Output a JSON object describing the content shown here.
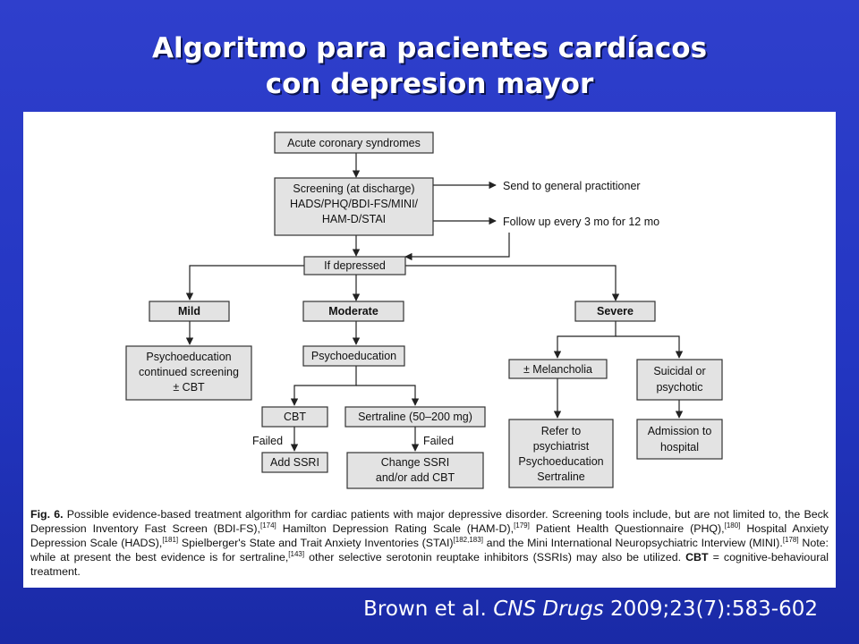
{
  "slide": {
    "title_line1": "Algoritmo para pacientes cardíacos",
    "title_line2": "con depresion mayor"
  },
  "diagram": {
    "nodes": {
      "acs": "Acute coronary syndromes",
      "screening_l1": "Screening (at discharge)",
      "screening_l2": "HADS/PHQ/BDI-FS/MINI/",
      "screening_l3": "HAM-D/STAI",
      "send_gp": "Send to general practitioner",
      "follow_up": "Follow up every 3 mo for 12 mo",
      "if_depressed": "If depressed",
      "mild": "Mild",
      "moderate": "Moderate",
      "severe": "Severe",
      "mild_pe_l1": "Psychoeducation",
      "mild_pe_l2": "continued screening",
      "mild_pe_l3": "± CBT",
      "mod_pe": "Psychoeducation",
      "cbt": "CBT",
      "sertraline": "Sertraline (50–200 mg)",
      "failed_left": "Failed",
      "failed_right": "Failed",
      "add_ssri": "Add SSRI",
      "change_ssri_l1": "Change SSRI",
      "change_ssri_l2": "and/or add CBT",
      "melancholia": "± Melancholia",
      "suicidal_l1": "Suicidal or",
      "suicidal_l2": "psychotic",
      "refer_l1": "Refer to",
      "refer_l2": "psychiatrist",
      "refer_l3": "Psychoeducation",
      "refer_l4": "Sertraline",
      "admission_l1": "Admission to",
      "admission_l2": "hospital"
    }
  },
  "caption": {
    "label": "Fig. 6.",
    "p1": " Possible evidence-based treatment algorithm for cardiac patients with major depressive disorder. Screening tools include, but are not limited to, the Beck Depression Inventory Fast Screen (BDI-FS),",
    "r1": "[174]",
    "p2": " Hamilton Depression Rating Scale (HAM-D),",
    "r2": "[179]",
    "p3": " Patient Health Questionnaire (PHQ),",
    "r3": "[180]",
    "p4": " Hospital Anxiety Depression Scale (HADS),",
    "r4": "[181]",
    "p5": " Spielberger's State and Trait Anxiety Inventories (STAI)",
    "r5": "[182,183]",
    "p6": " and the Mini International Neuropsychiatric Interview (MINI).",
    "r6": "[178]",
    "p7": " Note: while at present the best evidence is for sertraline,",
    "r7": "[143]",
    "p8": " other selective serotonin reuptake inhibitors (SSRIs) may also be utilized. ",
    "cbt_bold": "CBT",
    "p9": " = cognitive-behavioural treatment."
  },
  "citation": {
    "authors": "Brown et al. ",
    "journal": "CNS Drugs",
    "details": " 2009;23(7):583-602"
  }
}
